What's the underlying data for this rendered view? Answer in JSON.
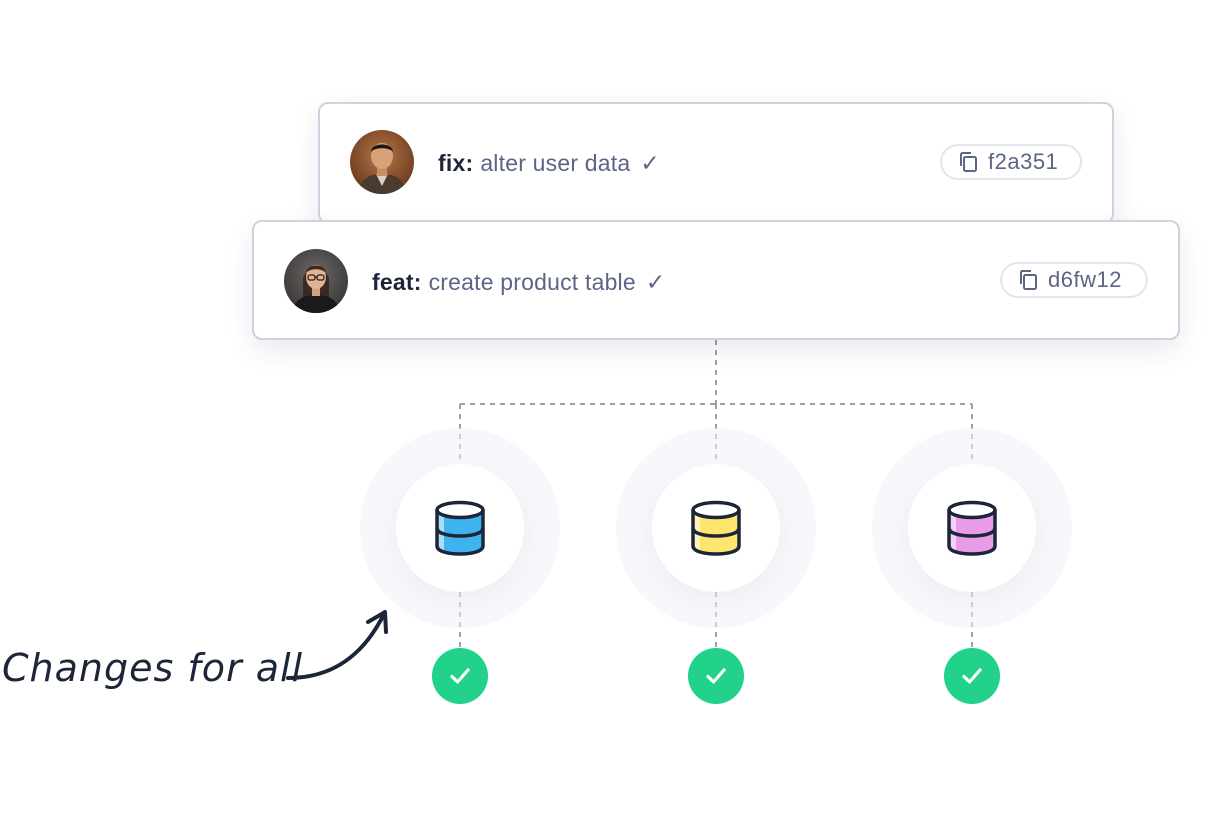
{
  "commits": [
    {
      "type": "fix:",
      "message": "alter user data",
      "check": "✓",
      "hash": "f2a351",
      "avatar": "man-avatar"
    },
    {
      "type": "feat:",
      "message": "create product table",
      "check": "✓",
      "hash": "d6fw12",
      "avatar": "woman-avatar"
    }
  ],
  "databases": [
    {
      "name": "database-blue",
      "color": "#3fb2f0",
      "status": "success"
    },
    {
      "name": "database-yellow",
      "color": "#fde56e",
      "status": "success"
    },
    {
      "name": "database-pink",
      "color": "#e99be8",
      "status": "success"
    }
  ],
  "annotation": {
    "text": "Changes for all"
  },
  "colors": {
    "success": "#22d28a",
    "text_dark": "#1d2538",
    "text_muted": "#5b6585",
    "border": "#cfd3e0"
  }
}
